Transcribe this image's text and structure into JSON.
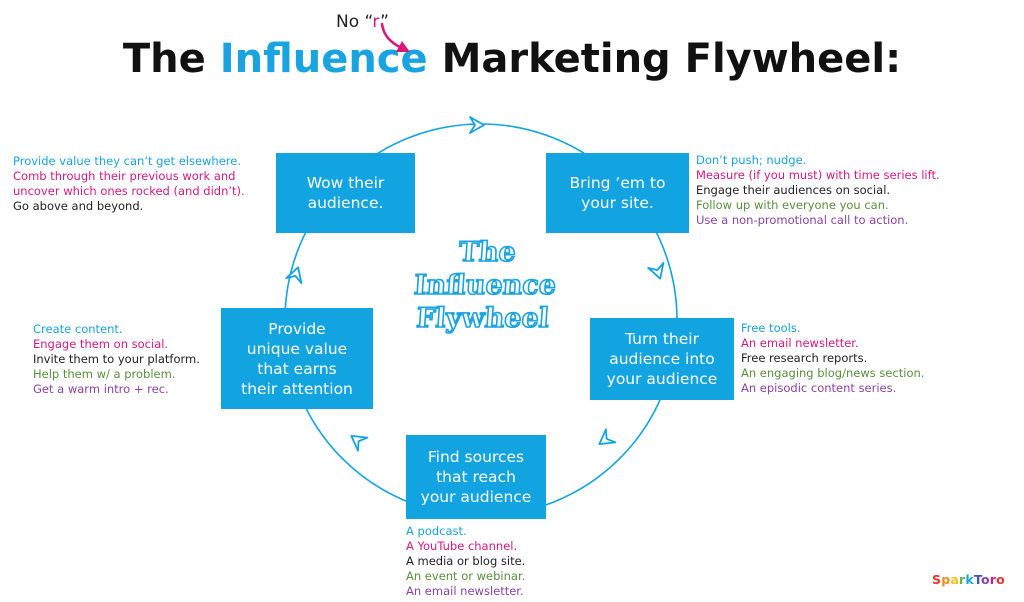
{
  "title": {
    "part1": "The ",
    "highlight": "Influence",
    "part2": " Marketing Flywheel:"
  },
  "note": {
    "prefix": "No “",
    "letter": "r",
    "suffix": "”"
  },
  "center_title": {
    "line1": "The",
    "line2": "Influence",
    "line3": "Flywheel"
  },
  "colors": {
    "accent": "#12a4e0",
    "pink": "#d6197f",
    "dark": "#222222",
    "green": "#5a8f3c",
    "purple": "#8a43a6",
    "cyan": "#19a3e0"
  },
  "steps": [
    {
      "label": "Wow their\naudience.",
      "tips": [
        {
          "text": "Provide value they can’t get elsewhere.",
          "color": "#19a3e0"
        },
        {
          "text": "Comb through their previous work and",
          "color": "#d6197f"
        },
        {
          "text": "uncover which ones rocked (and didn’t).",
          "color": "#d6197f"
        },
        {
          "text": "Go above and beyond.",
          "color": "#222222"
        }
      ]
    },
    {
      "label": "Bring ‘em to\nyour site.",
      "tips": [
        {
          "text": "Don’t push; nudge.",
          "color": "#19a3e0"
        },
        {
          "text": "Measure (if you must) with time series lift.",
          "color": "#d6197f"
        },
        {
          "text": "Engage their audiences on social.",
          "color": "#222222"
        },
        {
          "text": "Follow up with everyone you can.",
          "color": "#5a8f3c"
        },
        {
          "text": "Use a non-promotional call to action.",
          "color": "#8a43a6"
        }
      ]
    },
    {
      "label": "Turn their\naudience into\nyour audience",
      "tips": [
        {
          "text": "Free tools.",
          "color": "#19a3e0"
        },
        {
          "text": "An email newsletter.",
          "color": "#d6197f"
        },
        {
          "text": "Free research reports.",
          "color": "#222222"
        },
        {
          "text": "An engaging blog/news section.",
          "color": "#5a8f3c"
        },
        {
          "text": "An episodic content series.",
          "color": "#8a43a6"
        }
      ]
    },
    {
      "label": "Find sources\nthat reach\nyour audience",
      "tips": [
        {
          "text": "A podcast.",
          "color": "#19a3e0"
        },
        {
          "text": "A YouTube channel.",
          "color": "#d6197f"
        },
        {
          "text": "A media or blog site.",
          "color": "#222222"
        },
        {
          "text": "An event or webinar.",
          "color": "#5a8f3c"
        },
        {
          "text": "An email newsletter.",
          "color": "#8a43a6"
        }
      ]
    },
    {
      "label": "Provide\nunique value\nthat earns\ntheir attention",
      "tips": [
        {
          "text": "Create content.",
          "color": "#19a3e0"
        },
        {
          "text": "Engage them on social.",
          "color": "#d6197f"
        },
        {
          "text": "Invite them to your platform.",
          "color": "#222222"
        },
        {
          "text": "Help them w/ a problem.",
          "color": "#5a8f3c"
        },
        {
          "text": "Get a warm intro + rec.",
          "color": "#8a43a6"
        }
      ]
    }
  ],
  "logo": {
    "letters": [
      {
        "char": "S",
        "color": "#e8332a"
      },
      {
        "char": "p",
        "color": "#f28c1c"
      },
      {
        "char": "a",
        "color": "#f2c21c"
      },
      {
        "char": "r",
        "color": "#5cb343"
      },
      {
        "char": "k",
        "color": "#19a3e0"
      },
      {
        "char": "T",
        "color": "#3a56c4"
      },
      {
        "char": "o",
        "color": "#8a43a6"
      },
      {
        "char": "r",
        "color": "#d6197f"
      },
      {
        "char": "o",
        "color": "#e8332a"
      }
    ]
  }
}
